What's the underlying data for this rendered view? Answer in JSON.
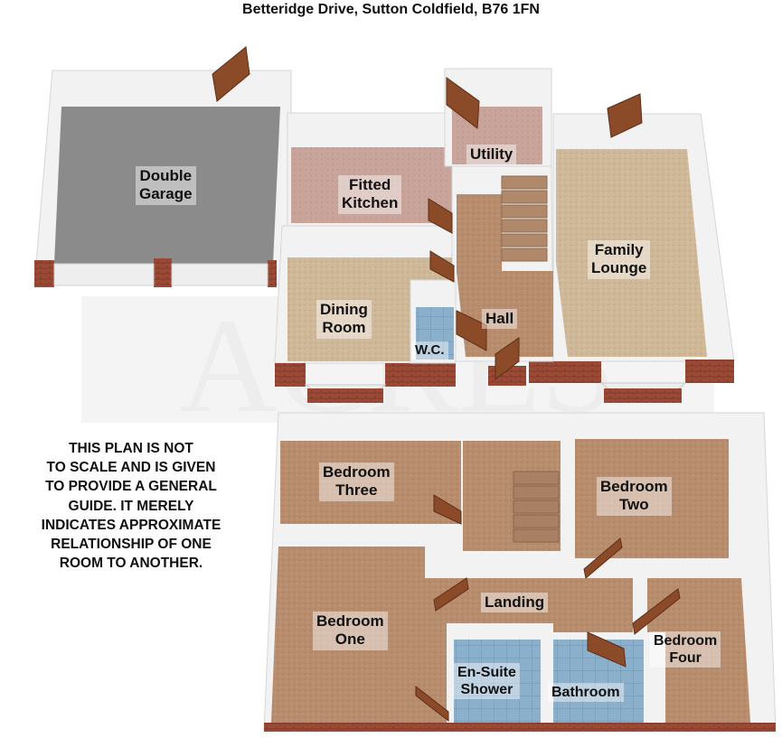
{
  "title": "Betteridge Drive, Sutton Coldfield, B76 1FN",
  "watermark": "ACRES",
  "colors": {
    "wall_white": "#f4f4f4",
    "wall_shade": "#d9d9d9",
    "brick": "#9b4a35",
    "carpet_beige": "#cfb898",
    "carpet_brown": "#b78d6e",
    "carpet_pink": "#c9a49a",
    "tile_blue": "#8ab0cc",
    "garage_grey": "#8b8b8b",
    "door_wood": "#8b4a28"
  },
  "ground_floor": {
    "double_garage": [
      "Double",
      "Garage"
    ],
    "fitted_kitchen": [
      "Fitted",
      "Kitchen"
    ],
    "utility": "Utility",
    "family_lounge": [
      "Family",
      "Lounge"
    ],
    "dining_room": [
      "Dining",
      "Room"
    ],
    "wc": "W.C.",
    "hall": "Hall"
  },
  "first_floor": {
    "bedroom_three": [
      "Bedroom",
      "Three"
    ],
    "bedroom_two": [
      "Bedroom",
      "Two"
    ],
    "bedroom_one": [
      "Bedroom",
      "One"
    ],
    "bedroom_four": [
      "Bedroom",
      "Four"
    ],
    "landing": "Landing",
    "en_suite": [
      "En-Suite",
      "Shower"
    ],
    "bathroom": "Bathroom"
  },
  "disclaimer": [
    "THIS PLAN IS NOT",
    "TO SCALE AND IS GIVEN",
    "TO PROVIDE A GENERAL",
    "GUIDE. IT MERELY",
    "INDICATES APPROXIMATE",
    "RELATIONSHIP OF ONE",
    "ROOM TO ANOTHER."
  ]
}
